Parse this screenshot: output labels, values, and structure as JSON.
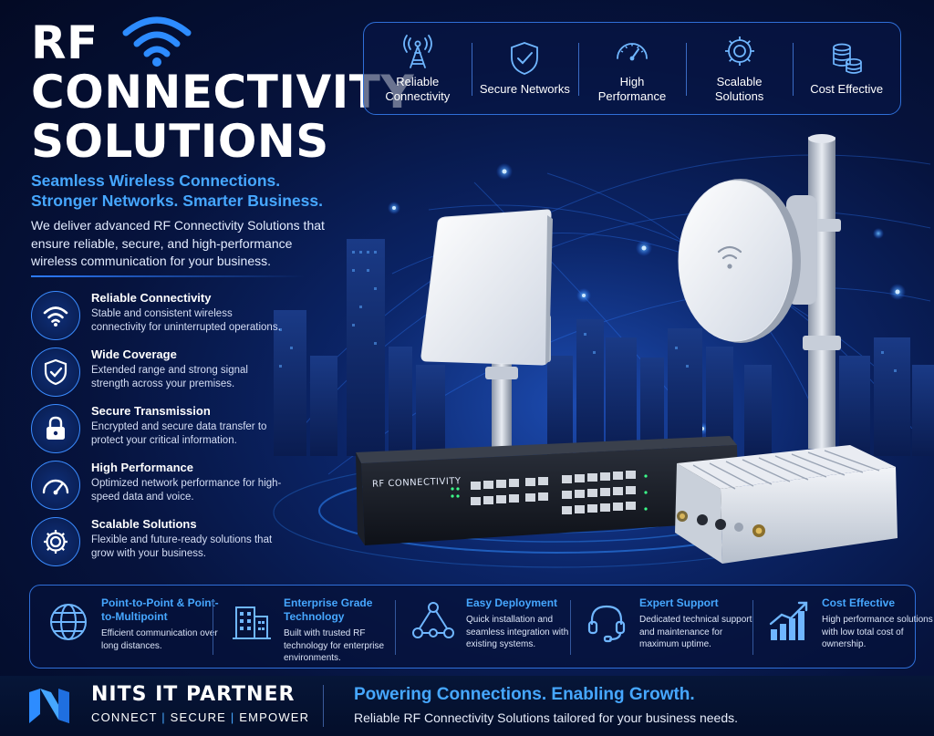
{
  "header": {
    "title_line1": "RF",
    "title_line2": "CONNECTIVITY",
    "title_line3": "SOLUTIONS",
    "tagline_line1": "Seamless Wireless Connections.",
    "tagline_line2": "Stronger Networks. Smarter Business.",
    "intro": "We deliver advanced RF Connectivity Solutions that ensure reliable, secure, and high-performance wireless communication for your business."
  },
  "badges": [
    {
      "icon": "antenna-tower-icon",
      "label": "Reliable Connectivity"
    },
    {
      "icon": "shield-check-icon",
      "label": "Secure Networks"
    },
    {
      "icon": "speedometer-icon",
      "label": "High Performance"
    },
    {
      "icon": "gear-icon",
      "label": "Scalable Solutions"
    },
    {
      "icon": "coins-icon",
      "label": "Cost Effective"
    }
  ],
  "features": [
    {
      "icon": "wifi-icon",
      "title": "Reliable Connectivity",
      "desc": "Stable and consistent wireless connectivity for uninterrupted operations."
    },
    {
      "icon": "shield-check-icon",
      "title": "Wide Coverage",
      "desc": "Extended range and strong signal strength across your premises."
    },
    {
      "icon": "lock-icon",
      "title": "Secure Transmission",
      "desc": "Encrypted and secure data transfer to protect your critical information."
    },
    {
      "icon": "speedometer-icon",
      "title": "High Performance",
      "desc": "Optimized network performance for high-speed data and voice."
    },
    {
      "icon": "gear-icon",
      "title": "Scalable Solutions",
      "desc": "Flexible and future-ready solutions that grow with your business."
    }
  ],
  "device_label": "RF CONNECTIVITY",
  "info": [
    {
      "icon": "globe-icon",
      "title": "Point-to-Point & Point-to-Multipoint",
      "desc": "Efficient communication over long distances."
    },
    {
      "icon": "building-icon",
      "title": "Enterprise Grade Technology",
      "desc": "Built with trusted RF technology for enterprise environments."
    },
    {
      "icon": "network-nodes-icon",
      "title": "Easy Deployment",
      "desc": "Quick installation and seamless integration with existing systems."
    },
    {
      "icon": "headset-icon",
      "title": "Expert Support",
      "desc": "Dedicated technical support and maintenance for maximum uptime."
    },
    {
      "icon": "growth-chart-icon",
      "title": "Cost Effective",
      "desc": "High performance solutions with low total cost of ownership."
    }
  ],
  "footer": {
    "brand": "NITS IT PARTNER",
    "sub_connect": "CONNECT",
    "sub_secure": "SECURE",
    "sub_empower": "EMPOWER",
    "pipe": "|",
    "slogan": "Powering Connections. Enabling Growth.",
    "slogan_sub": "Reliable RF Connectivity Solutions tailored for your business needs."
  },
  "colors": {
    "accent_blue": "#46a7ff",
    "border_blue": "#2f6fd8",
    "background_navy": "#06133d"
  }
}
